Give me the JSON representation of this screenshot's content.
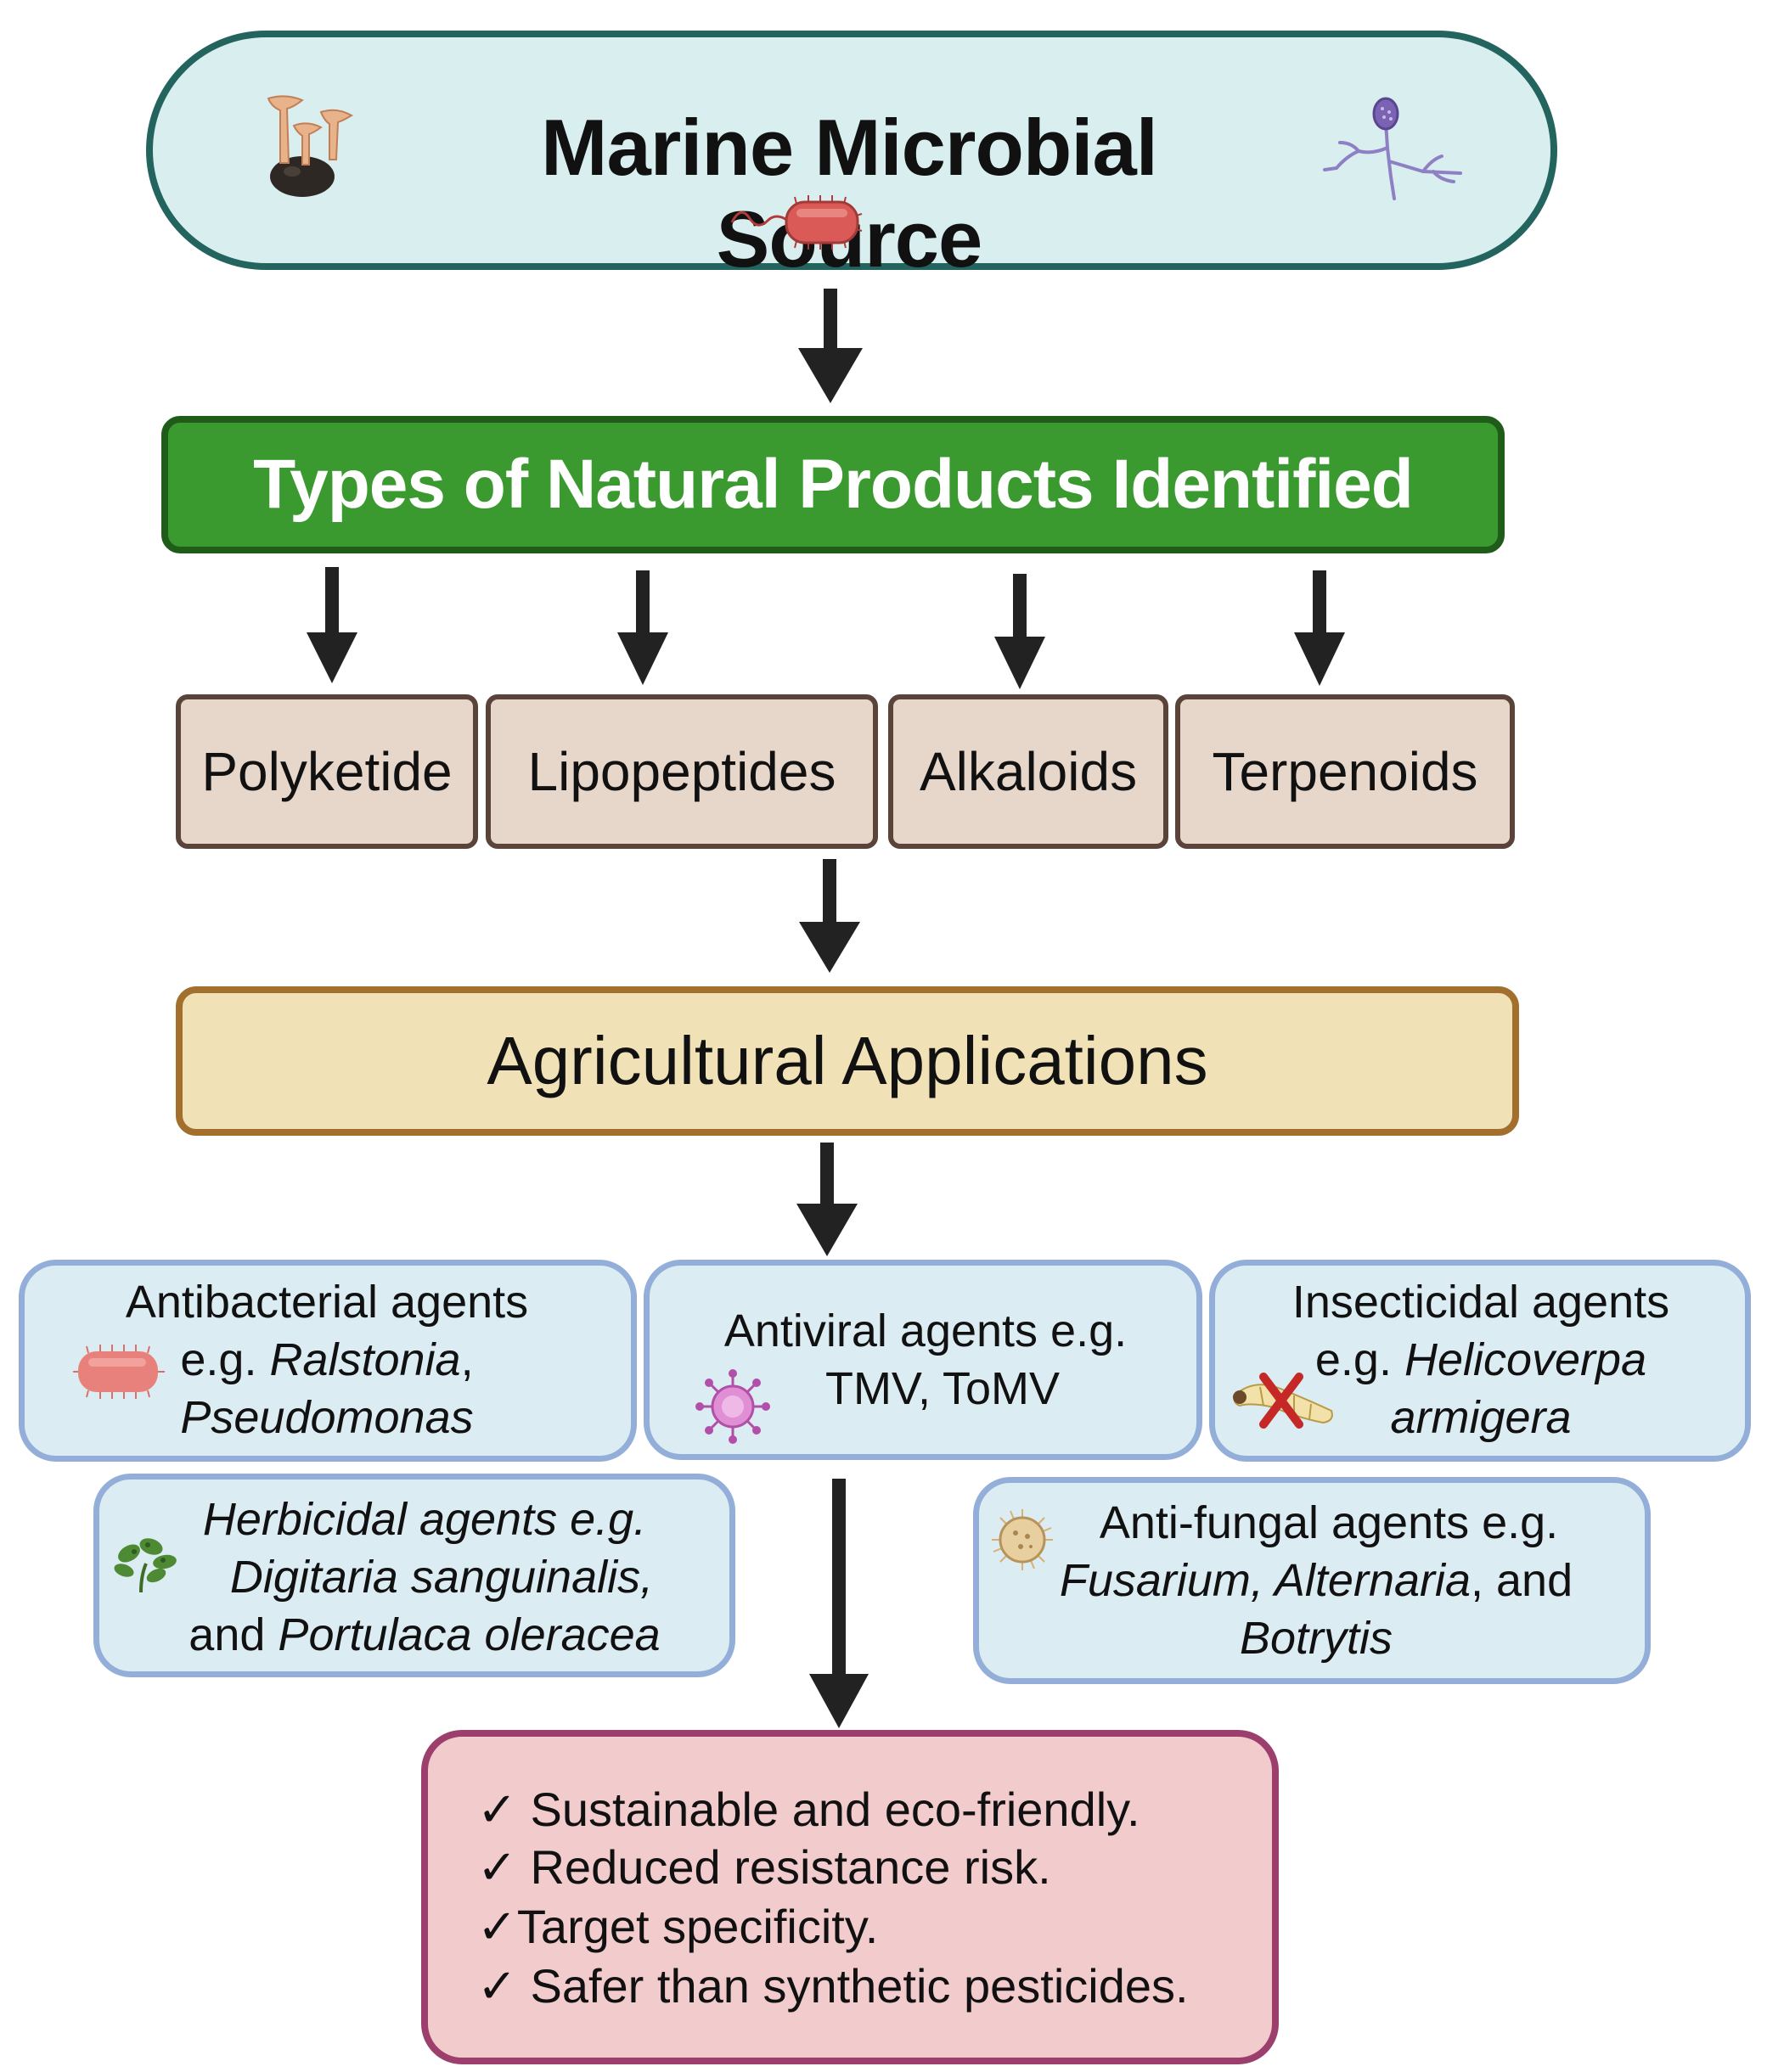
{
  "source": {
    "title": "Marine Microbial Source"
  },
  "types": {
    "title": "Types of Natural Products Identified"
  },
  "products": [
    "Polyketide",
    "Lipopeptides",
    "Alkaloids",
    "Terpenoids"
  ],
  "applications_header": "Agricultural Applications",
  "applications": {
    "antibacterial": {
      "line1": "Antibacterial agents",
      "eg": "e.g.",
      "sp1": "Ralstonia",
      "comma": ",",
      "sp2": "Pseudomonas"
    },
    "antiviral": {
      "line1": "Antiviral agents e.g.",
      "line2": "TMV, ToMV"
    },
    "insecticidal": {
      "line1": "Insecticidal agents",
      "eg": "e.g.",
      "sp1": "Helicoverpa",
      "sp2": "armigera"
    },
    "herbicidal": {
      "line1": "Herbicidal agents e.g.",
      "sp1": "Digitaria sanguinalis",
      "comma": ",",
      "and": "and",
      "sp2": "Portulaca oleracea"
    },
    "antifungal": {
      "line1": "Anti-fungal agents e.g.",
      "sp1": "Fusarium, Alternaria",
      "and": ", and",
      "sp2": "Botrytis"
    }
  },
  "benefits": [
    "✓ Sustainable and eco-friendly.",
    "✓ Reduced resistance risk.",
    "✓Target specificity.",
    "✓ Safer than synthetic pesticides."
  ],
  "colors": {
    "source_fill": "#d9efef",
    "source_border": "#23645e",
    "types_fill": "#3a9a30",
    "types_border": "#1f5b19",
    "product_fill": "#e7d6ca",
    "product_border": "#5a4339",
    "agri_fill": "#f0e2b6",
    "agri_border": "#a26f2c",
    "app_fill": "#dcecf3",
    "app_border": "#93aed8",
    "benefit_fill": "#f2cbcd",
    "benefit_border": "#9c3f6c",
    "arrow": "#222222"
  },
  "icons": [
    "mushroom-icon",
    "bacterium-icon",
    "fungal-hypha-icon",
    "virus-icon",
    "larva-cross-icon",
    "weed-plant-icon",
    "fungal-spore-icon"
  ]
}
